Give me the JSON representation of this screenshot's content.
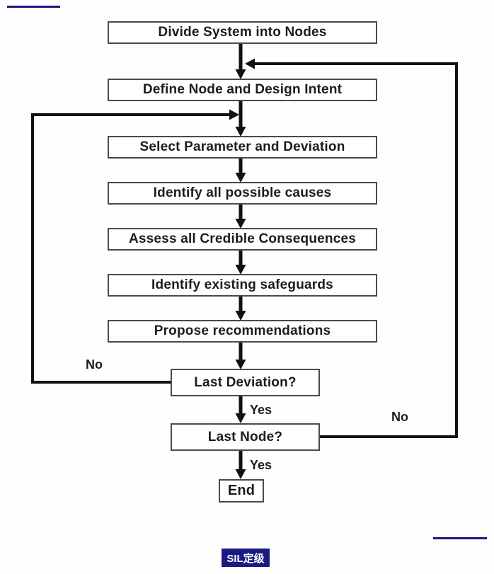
{
  "colors": {
    "accent_navy": "#1a1a80",
    "badge_background": "#1a1a80",
    "badge_text": "#ffffff",
    "box_border": "#4a4a4a",
    "connector_black": "#111111"
  },
  "flowchart": {
    "type": "flowchart",
    "nodes": [
      {
        "id": "divide",
        "label": "Divide System into Nodes"
      },
      {
        "id": "define",
        "label": "Define Node and Design Intent"
      },
      {
        "id": "select",
        "label": "Select Parameter and Deviation"
      },
      {
        "id": "causes",
        "label": "Identify all possible causes"
      },
      {
        "id": "consequences",
        "label": "Assess all Credible Consequences"
      },
      {
        "id": "safeguards",
        "label": "Identify existing safeguards"
      },
      {
        "id": "recommend",
        "label": "Propose recommendations"
      },
      {
        "id": "last_deviation",
        "label": "Last Deviation?"
      },
      {
        "id": "last_node",
        "label": "Last Node?"
      },
      {
        "id": "end",
        "label": "End"
      }
    ],
    "edges": [
      {
        "from": "divide",
        "to": "define"
      },
      {
        "from": "define",
        "to": "select"
      },
      {
        "from": "select",
        "to": "causes"
      },
      {
        "from": "causes",
        "to": "consequences"
      },
      {
        "from": "consequences",
        "to": "safeguards"
      },
      {
        "from": "safeguards",
        "to": "recommend"
      },
      {
        "from": "recommend",
        "to": "last_deviation"
      },
      {
        "from": "last_deviation",
        "to": "last_node",
        "label": "Yes"
      },
      {
        "from": "last_deviation",
        "to": "select",
        "label": "No",
        "route": "left-loop"
      },
      {
        "from": "last_node",
        "to": "end",
        "label": "Yes"
      },
      {
        "from": "last_node",
        "to": "define",
        "label": "No",
        "route": "right-loop"
      }
    ],
    "labels": {
      "no_left": "No",
      "yes_after_deviation": "Yes",
      "no_right": "No",
      "yes_after_node": "Yes"
    }
  },
  "footer": {
    "badge": "SIL定级"
  }
}
